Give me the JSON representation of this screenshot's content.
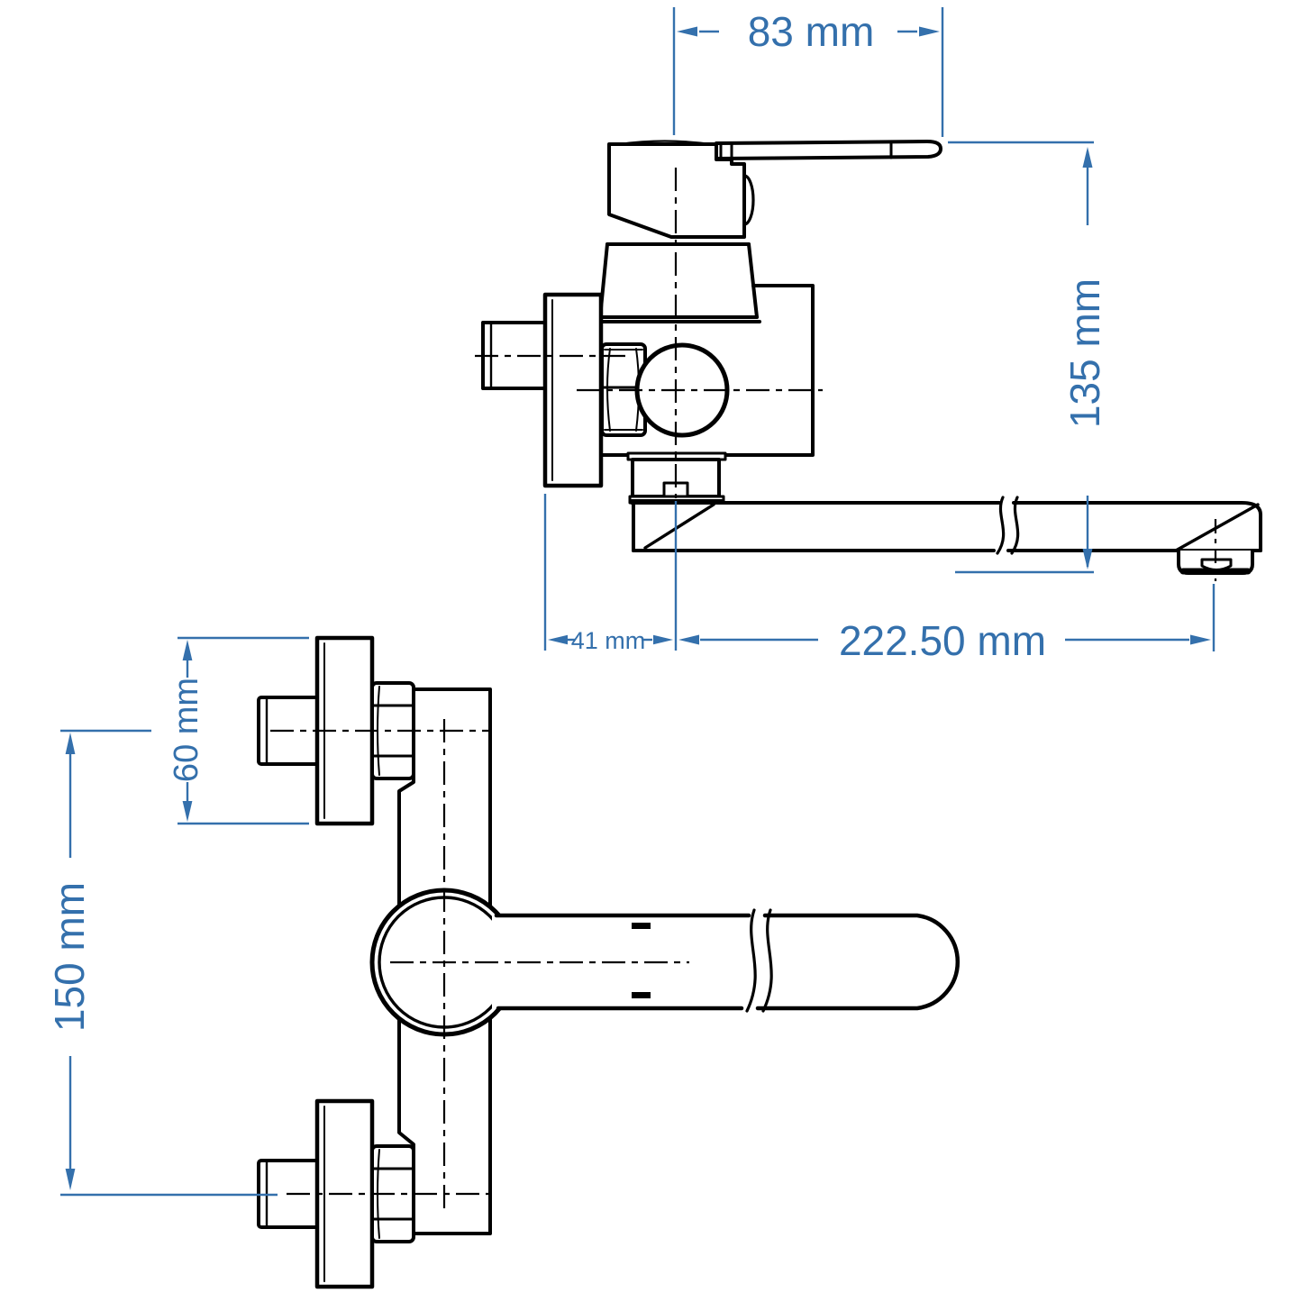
{
  "unit": "mm",
  "colors": {
    "dimension_blue": "#3470ac",
    "line_black": "#000000",
    "background": "#ffffff"
  },
  "dims": [
    {
      "id": "handle-projection",
      "label": "83 mm",
      "value": 83,
      "orientation": "horizontal",
      "text_size": "large"
    },
    {
      "id": "overall-height",
      "label": "135 mm",
      "value": 135,
      "orientation": "vertical",
      "text_size": "large"
    },
    {
      "id": "axis-offset",
      "label": "41 mm",
      "value": 41,
      "orientation": "horizontal",
      "text_size": "small"
    },
    {
      "id": "spout-reach",
      "label": "222.50 mm",
      "value": 222.5,
      "orientation": "horizontal",
      "text_size": "large"
    },
    {
      "id": "escutcheon-size",
      "label": "60 mm",
      "value": 60,
      "orientation": "vertical",
      "text_size": "medium"
    },
    {
      "id": "inlet-spacing",
      "label": "150 mm",
      "value": 150,
      "orientation": "vertical",
      "text_size": "large"
    }
  ]
}
